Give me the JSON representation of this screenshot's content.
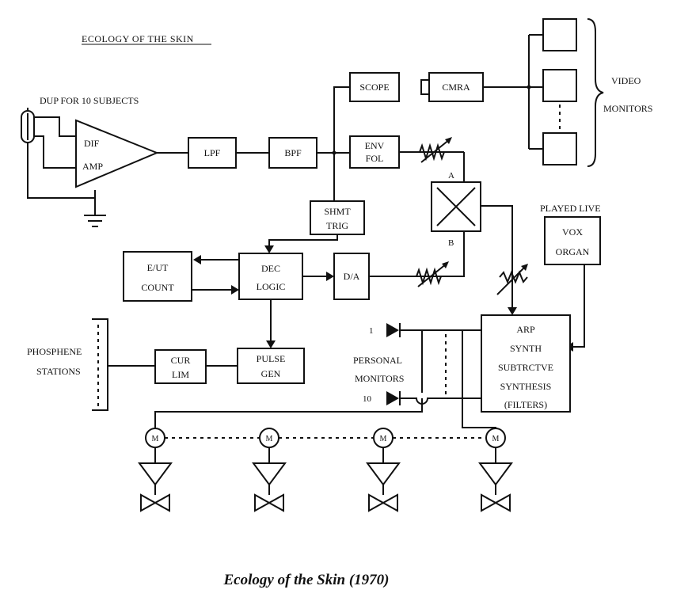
{
  "header": {
    "title": "ECOLOGY OF THE SKIN"
  },
  "caption": "Ecology of the Skin (1970)",
  "labels": {
    "dup": "DUP FOR 10 SUBJECTS",
    "dif": "DIF",
    "amp": "AMP",
    "lpf": "LPF",
    "bpf": "BPF",
    "scope": "SCOPE",
    "env": "ENV",
    "fol": "FOL",
    "cmra": "CMRA",
    "video": "VIDEO",
    "monitors": "MONITORS",
    "shmt": "SHMT",
    "trig": "TRIG",
    "a": "A",
    "b": "B",
    "played_live": "PLAYED LIVE",
    "vox": "VOX",
    "organ": "ORGAN",
    "eut": "E/UT",
    "count": "COUNT",
    "dec": "DEC",
    "logic": "LOGIC",
    "da": "D/A",
    "arp": "ARP",
    "synth": "SYNTH",
    "subtrctve": "SUBTRCTVE",
    "synthesis": "SYNTHESIS",
    "filters": "(FILTERS)",
    "phosphene": "PHOSPHENE",
    "stations": "STATIONS",
    "cur": "CUR",
    "lim": "LIM",
    "pulse": "PULSE",
    "gen": "GEN",
    "personal": "PERSONAL",
    "pmonitors": "MONITORS",
    "one": "1",
    "ten": "10",
    "m1": "M",
    "m2": "M",
    "m3": "M",
    "m4": "M"
  }
}
